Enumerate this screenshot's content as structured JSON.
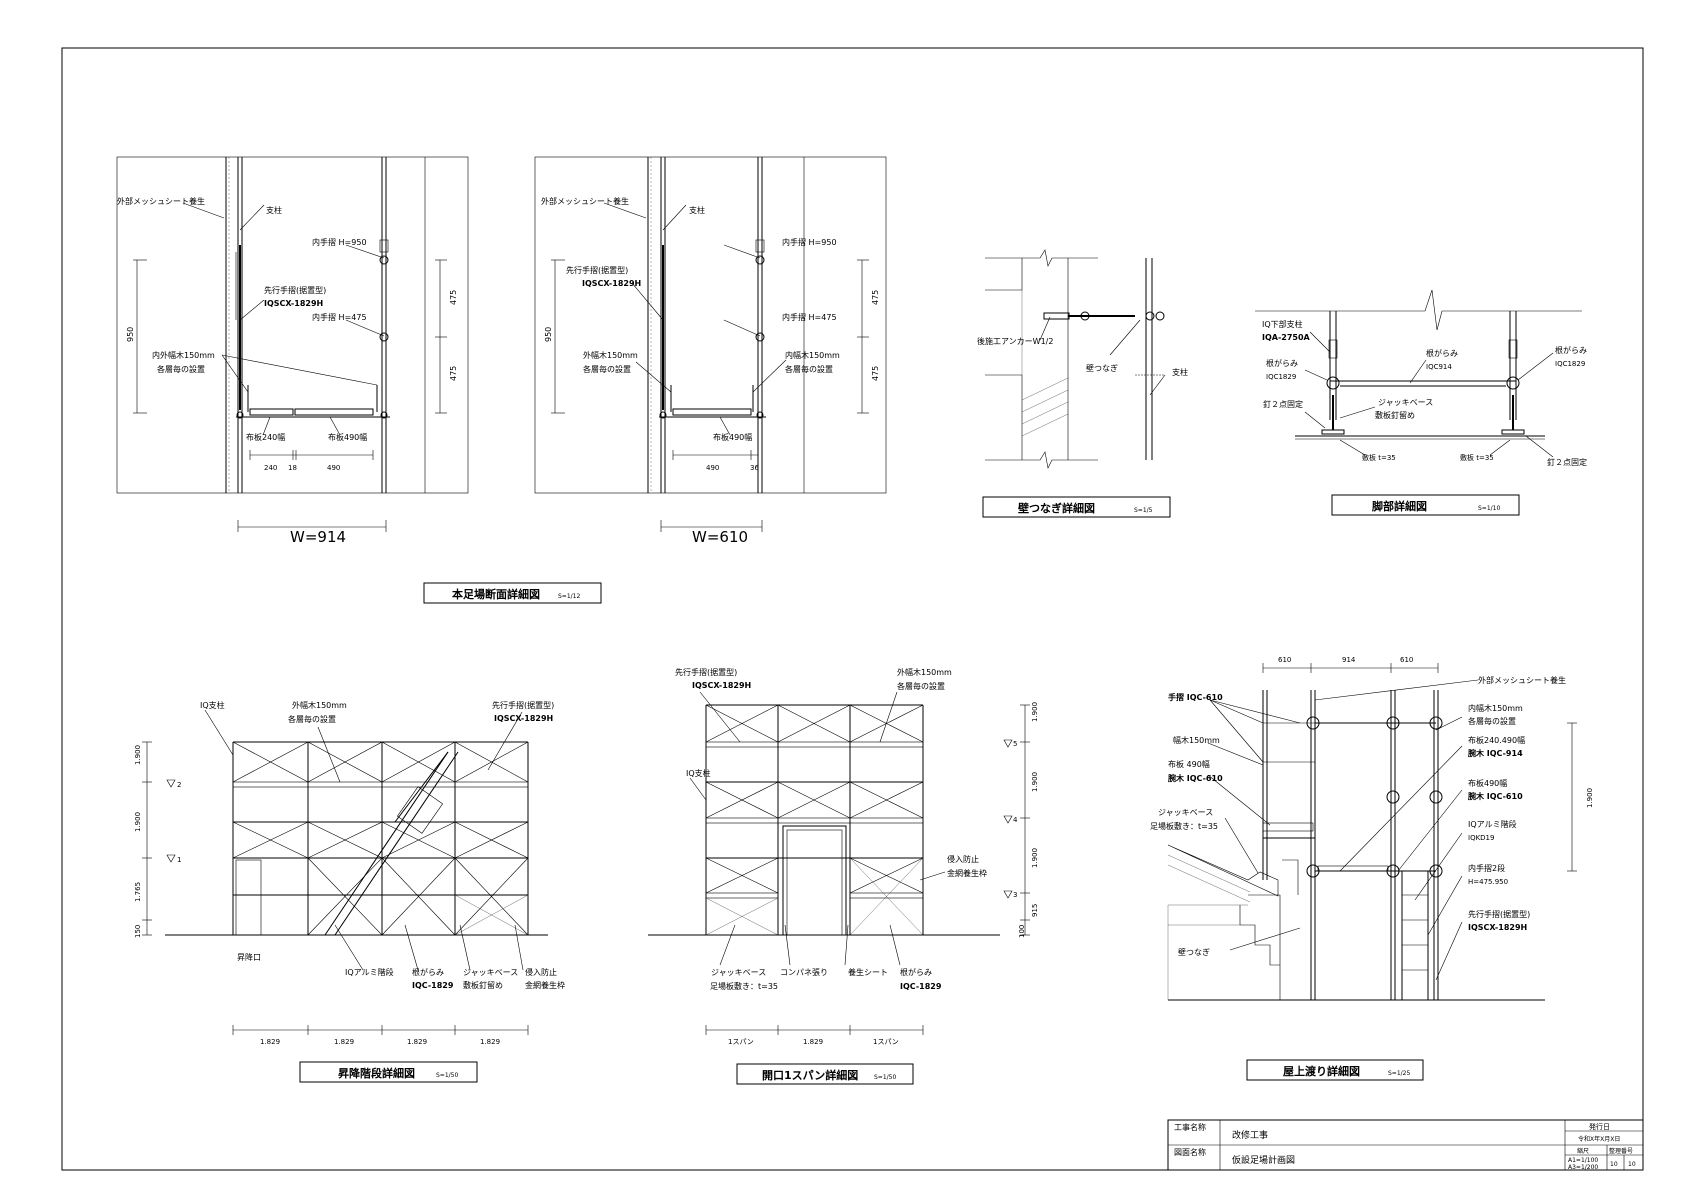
{
  "section_detail": {
    "title": "本足場断面詳細図",
    "scale": "S=1/12",
    "left": {
      "width_label": "W=914",
      "labels": {
        "mesh": "外部メッシュシート養生",
        "post": "支柱",
        "rail_950": "内手摺 H=950",
        "adv_rail": "先行手摺(据置型)",
        "adv_rail_code": "IQSCX-1829H",
        "rail_475": "内手摺 H=475",
        "toe_inner": "内外幅木150mm",
        "toe_each": "各層毎の設置",
        "plank_240": "布板240幅",
        "plank_490": "布板490幅"
      },
      "dims": {
        "d950": "950",
        "d475a": "475",
        "d475b": "475",
        "b240": "240",
        "b18": "18",
        "b490": "490"
      }
    },
    "right": {
      "width_label": "W=610",
      "labels": {
        "mesh": "外部メッシュシート養生",
        "post": "支柱",
        "rail_950": "内手摺 H=950",
        "adv_rail": "先行手摺(据置型)",
        "adv_rail_code": "IQSCX-1829H",
        "rail_475": "内手摺 H=475",
        "toe_outer": "外幅木150mm",
        "toe_outer_each": "各層毎の設置",
        "toe_inner": "内幅木150mm",
        "toe_inner_each": "各層毎の設置",
        "plank_490": "布板490幅"
      },
      "dims": {
        "d950": "950",
        "d475a": "475",
        "d475b": "475",
        "b490": "490",
        "b36": "36"
      }
    }
  },
  "wall_tie": {
    "title": "壁つなぎ詳細図",
    "scale": "S=1/5",
    "labels": {
      "anchor": "後施工アンカーW1/2",
      "tie": "壁つなぎ",
      "post": "支柱"
    }
  },
  "base_detail": {
    "title": "脚部詳細図",
    "scale": "S=1/10",
    "labels": {
      "lower_post": "IQ下部支柱",
      "lower_post_code": "IQA-2750A",
      "sweep_left": "根がらみ",
      "sweep_left_code": "IQC1829",
      "sweep_mid": "根がらみ",
      "sweep_mid_code": "IQC914",
      "sweep_right": "根がらみ",
      "sweep_right_code": "IQC1829",
      "nail_left": "釘２点固定",
      "jack": "ジャッキベース",
      "jack_note": "敷板釘留め",
      "sill_left": "敷板 t=35",
      "sill_right": "敷板 t=35",
      "nail_right": "釘２点固定"
    }
  },
  "stair_detail": {
    "title": "昇降階段詳細図",
    "scale": "S=1/50",
    "labels": {
      "post": "IQ支柱",
      "toe": "外幅木150mm",
      "toe_each": "各層毎の設置",
      "adv_rail": "先行手摺(据置型)",
      "adv_rail_code": "IQSCX-1829H",
      "entrance": "昇降口",
      "stair": "IQアルミ階段",
      "sweep": "根がらみ",
      "sweep_code": "IQC-1829",
      "jack": "ジャッキベース",
      "jack_note": "敷板釘留め",
      "net": "侵入防止",
      "net_note": "金網養生枠"
    },
    "levels": {
      "l1": "1",
      "l2": "2"
    },
    "dims": {
      "v1": "1.900",
      "v2": "1.900",
      "v3": "1.765",
      "v4": "150",
      "h1": "1.829",
      "h2": "1.829",
      "h3": "1.829",
      "h4": "1.829"
    }
  },
  "opening_detail": {
    "title": "開口1スパン詳細図",
    "scale": "S=1/50",
    "labels": {
      "adv_rail": "先行手摺(据置型)",
      "adv_rail_code": "IQSCX-1829H",
      "toe": "外幅木150mm",
      "toe_each": "各層毎の設置",
      "post": "IQ支柱",
      "net": "侵入防止",
      "net_note": "金網養生枠",
      "jack": "ジャッキベース",
      "jack_note": "足場板敷き：t=35",
      "panel": "コンパネ張り",
      "sheet": "養生シート",
      "sweep": "根がらみ",
      "sweep_code": "IQC-1829"
    },
    "levels": {
      "l3": "3",
      "l4": "4",
      "l5": "5"
    },
    "dims": {
      "v1": "1.900",
      "v2": "1.900",
      "v3": "1.900",
      "v4": "915",
      "v5": "100",
      "h1": "1スパン",
      "h2": "1.829",
      "h3": "1スパン"
    }
  },
  "roof_detail": {
    "title": "屋上渡り詳細図",
    "scale": "S=1/25",
    "labels": {
      "rail": "手摺 IQC-610",
      "toe": "幅木150mm",
      "plank": "布板 490幅",
      "ledger": "腕木 IQC-610",
      "jack": "ジャッキベース",
      "jack_note": "足場板敷き：t=35",
      "wall_tie": "壁つなぎ",
      "mesh": "外部メッシュシート養生",
      "toe_inner": "内幅木150mm",
      "toe_each": "各層毎の設置",
      "plank2": "布板240.490幅",
      "ledger2": "腕木 IQC-914",
      "plank3": "布板490幅",
      "ledger3": "腕木 IQC-610",
      "stair": "IQアルミ階段",
      "stair_code": "IQKD19",
      "inner_rail": "内手摺2段",
      "inner_rail_h": "H=475.950",
      "adv_rail": "先行手摺(据置型)",
      "adv_rail_code": "IQSCX-1829H"
    },
    "dims": {
      "top1": "610",
      "top2": "914",
      "top3": "610",
      "v1": "1.900"
    }
  },
  "title_block": {
    "project_label": "工事名称",
    "project": "改修工事",
    "drawing_label": "図面名称",
    "drawing": "仮設足場計画図",
    "issue_label": "発行日",
    "issue_date": "令和X年X月X日",
    "scale_label": "縮尺",
    "scale_a1": "A1=1/100",
    "scale_a3": "A3=1/200",
    "num_label": "整理番号",
    "num": "10",
    "num_total": "10"
  }
}
